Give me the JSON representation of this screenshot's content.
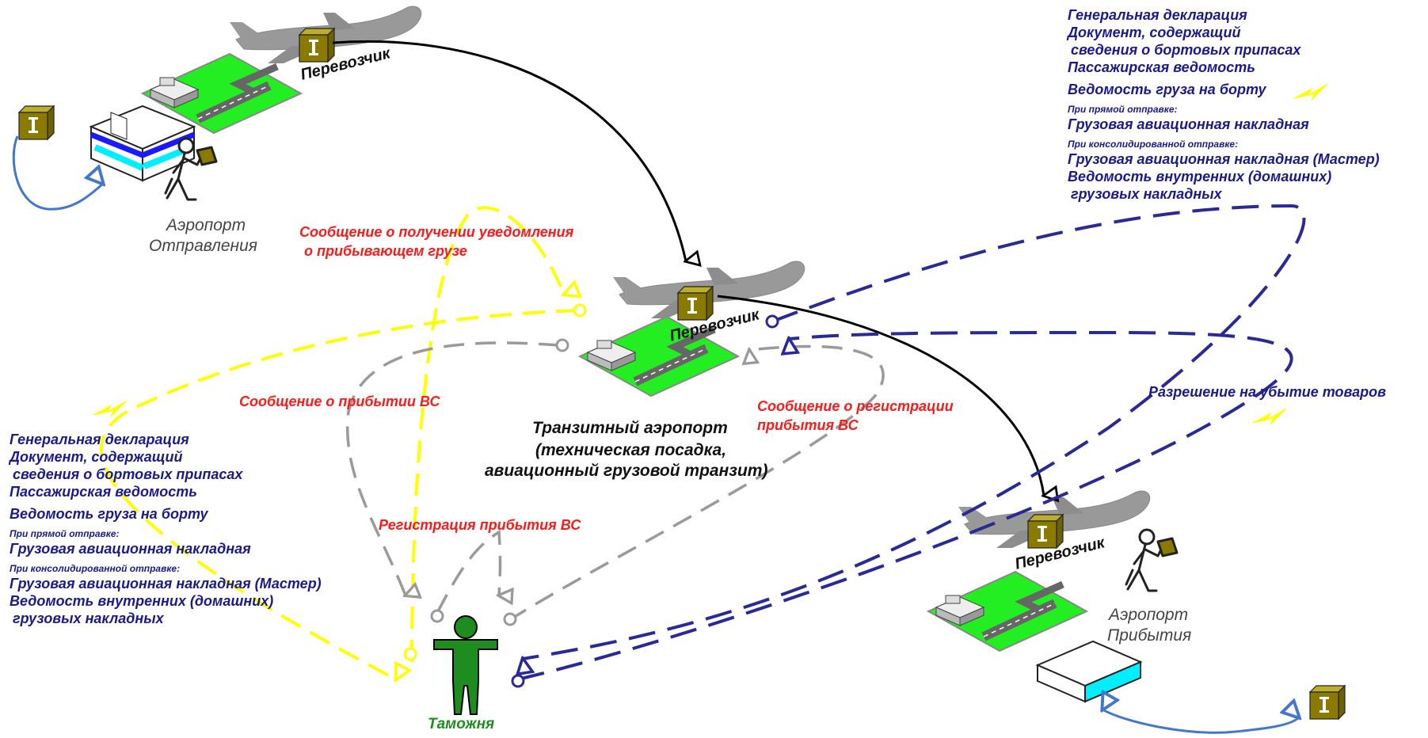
{
  "carrier_label": "Перевозчик",
  "departure_airport": {
    "line1": "Аэропорт",
    "line2": "Отправления"
  },
  "arrival_airport": {
    "line1": "Аэропорт",
    "line2": "Прибытия"
  },
  "transit_airport": {
    "line1": "Транзитный аэропорт",
    "line2": "(техническая посадка,",
    "line3": "авиационный грузовой транзит)"
  },
  "customs_label": "Таможня",
  "messages": {
    "arrival_notice_ack": {
      "line1": "Сообщение о получении уведомления",
      "line2": "о прибывающем грузе"
    },
    "aircraft_arrival": "Сообщение о прибытии ВС",
    "arrival_registration_msg": {
      "line1": "Сообщение о регистрации",
      "line2": "прибытия ВС"
    },
    "arrival_registration": "Регистрация прибытия ВС",
    "departure_permission": "Разрешение на убытие товаров"
  },
  "documents": {
    "general_declaration": "Генеральная декларация",
    "stores_doc_1": "Документ, содержащий",
    "stores_doc_2": "сведения о бортовых припасах",
    "passenger_manifest": "Пассажирская ведомость",
    "cargo_manifest": "Ведомость груза на борту",
    "direct_header": "При прямой отправке:",
    "air_waybill": "Грузовая авиационная накладная",
    "consolidated_header": "При консолидированной отправке:",
    "master_waybill": "Грузовая авиационная накладная (Мастер)",
    "house_list_1": "Ведомость внутренних (домашних)",
    "house_list_2": "грузовых накладных"
  },
  "colors": {
    "carrier_route": "#000000",
    "electronic_notice": "#ffff00",
    "customs_messages": "#9a9a9a",
    "documents_flow": "#2a2a96",
    "local_flow": "#4477cc",
    "apron": "#22ee22",
    "box": "#8a7a00"
  },
  "icons": [
    "airplane-icon",
    "cargo-box-icon",
    "terminal-building-icon",
    "porter-icon",
    "customs-officer-icon",
    "lightning-icon"
  ]
}
